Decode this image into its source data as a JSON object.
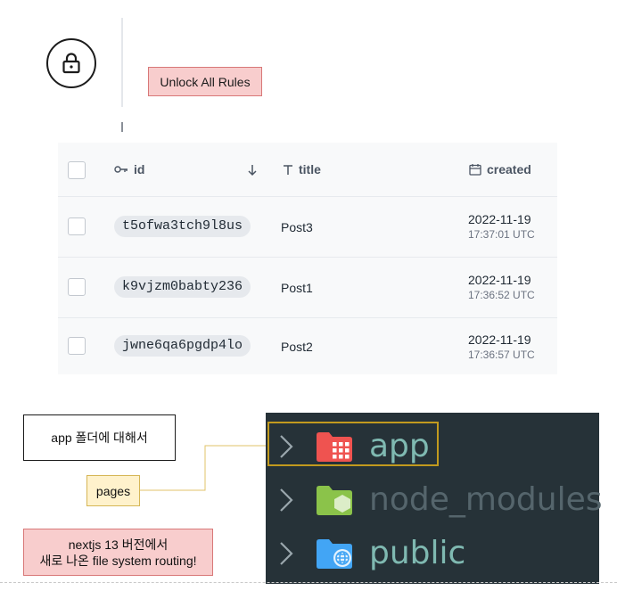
{
  "notes": {
    "unlock": "Unlock All Rules",
    "app_folder": "app 폴더에 대해서",
    "pages": "pages",
    "nextjs_line1": "nextjs 13 버전에서",
    "nextjs_line2": "새로 나온 file system routing!"
  },
  "table": {
    "columns": {
      "id": "id",
      "title": "title",
      "created": "created"
    },
    "rows": [
      {
        "id": "t5ofwa3tch9l8us",
        "title": "Post3",
        "date": "2022-11-19",
        "time": "17:37:01 UTC"
      },
      {
        "id": "k9vjzm0babty236",
        "title": "Post1",
        "date": "2022-11-19",
        "time": "17:36:52 UTC"
      },
      {
        "id": "jwne6qa6pgdp4lo",
        "title": "Post2",
        "date": "2022-11-19",
        "time": "17:36:57 UTC"
      }
    ]
  },
  "explorer": {
    "items": [
      {
        "name": "app",
        "icon": "app-folder-icon",
        "color": "#ef5350"
      },
      {
        "name": "node_modules",
        "icon": "node-folder-icon",
        "color": "#8bc34a"
      },
      {
        "name": "public",
        "icon": "public-folder-icon",
        "color": "#42a5f5"
      }
    ]
  },
  "colors": {
    "unlock_note_bg": "#f8cdcd",
    "pages_note_bg": "#fff2cc",
    "panel_bg": "#263238",
    "highlight_border": "#c29a1e"
  }
}
